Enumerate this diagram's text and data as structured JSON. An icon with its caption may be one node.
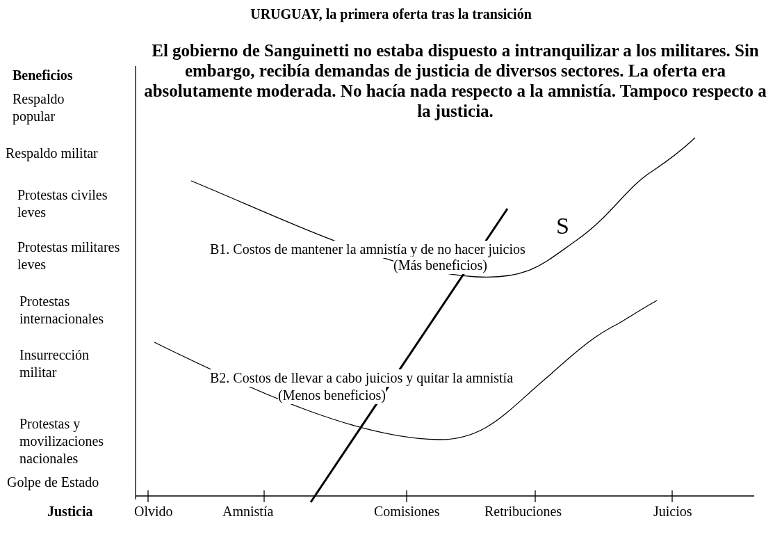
{
  "diagram": {
    "title": "URUGUAY, la primera oferta tras la transición",
    "labels": [
      "El gobierno de Sanguinetti no estaba dispuesto a intranquilizar a los militares. Sin embargo, recibía demandas de justicia de diversos sectores. La oferta era absolutamente moderada. No hacía nada respecto a la amnistía. Tampoco respecto a la justicia.",
      "Beneficios",
      "Respaldo popular",
      "Respaldo militar",
      "Protestas civiles leves",
      "Protestas militares leves",
      "Protestas internacionales",
      "Insurrección militar",
      "Protestas y movilizaciones nacionales",
      "Golpe de Estado",
      "S",
      "B1. Costos de mantener la amnistía y de no hacer juicios",
      "(Más beneficios)",
      "B2. Costos de llevar a cabo juicios y quitar la amnistía",
      "(Menos beneficios)",
      "Justicia",
      "Olvido",
      "Amnistía",
      "Comisiones",
      "Retribuciones",
      "Juicios"
    ]
  }
}
